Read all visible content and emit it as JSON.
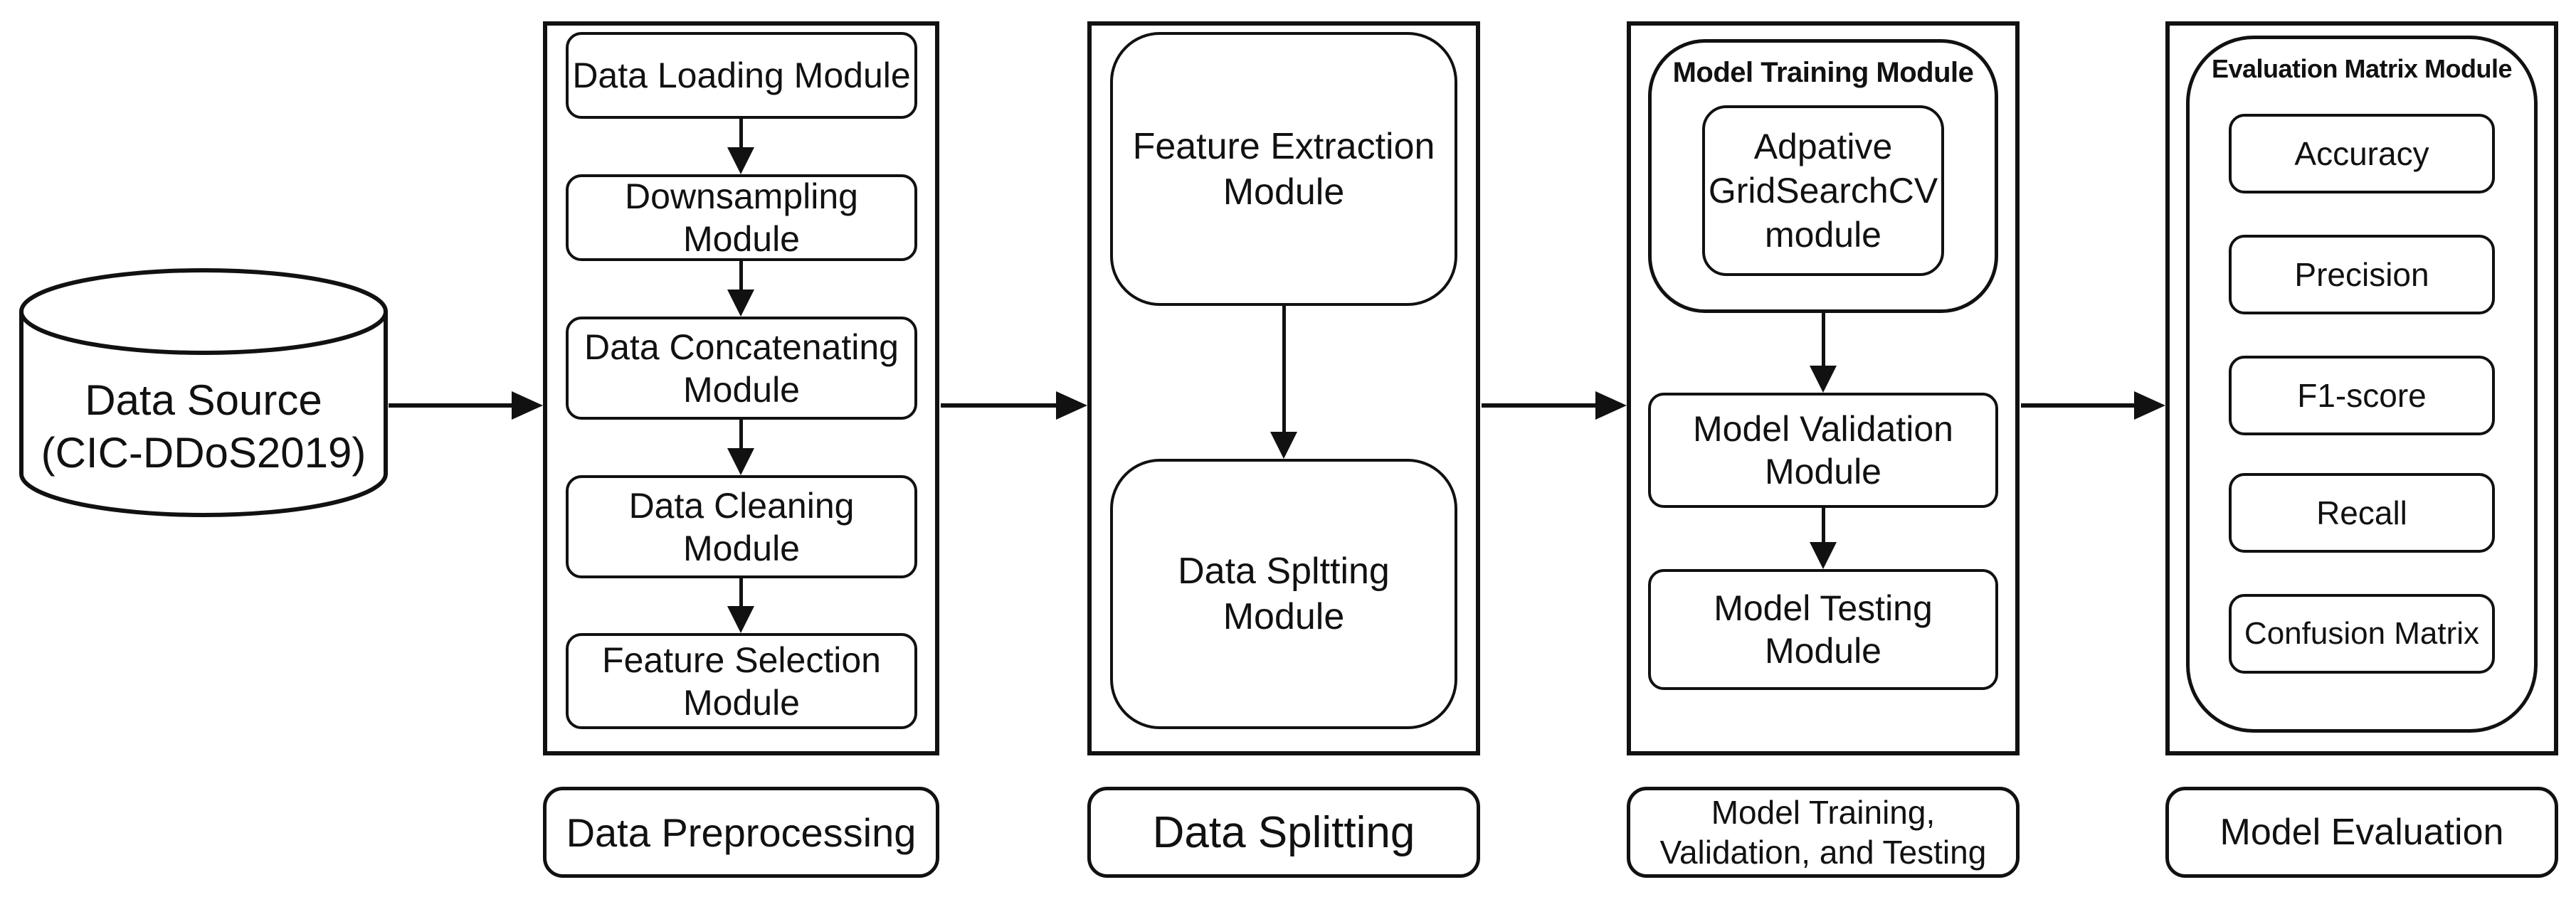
{
  "diagram": {
    "source": "Data Source\n(CIC-DDoS2019)",
    "stages": [
      {
        "label": "Data Preprocessing",
        "boxes": [
          "Data Loading Module",
          "Downsampling\nModule",
          "Data Concatenating\nModule",
          "Data Cleaning\nModule",
          "Feature Selection\nModule"
        ]
      },
      {
        "label": "Data Splitting",
        "boxes": [
          "Feature Extraction\nModule",
          "Data Spltting Module"
        ]
      },
      {
        "label": "Model Training,\nValidation, and Testing",
        "group_title": "Model Training Module",
        "boxes": [
          "Adpative\nGridSearchCV\nmodule",
          "Model Validation\nModule",
          "Model Testing\nModule"
        ]
      },
      {
        "label": "Model Evaluation",
        "group_title": "Evaluation Matrix Module",
        "boxes": [
          "Accuracy",
          "Precision",
          "F1-score",
          "Recall",
          "Confusion Matrix"
        ]
      }
    ],
    "colors": {
      "line": "#111111",
      "background": "#ffffff"
    }
  }
}
